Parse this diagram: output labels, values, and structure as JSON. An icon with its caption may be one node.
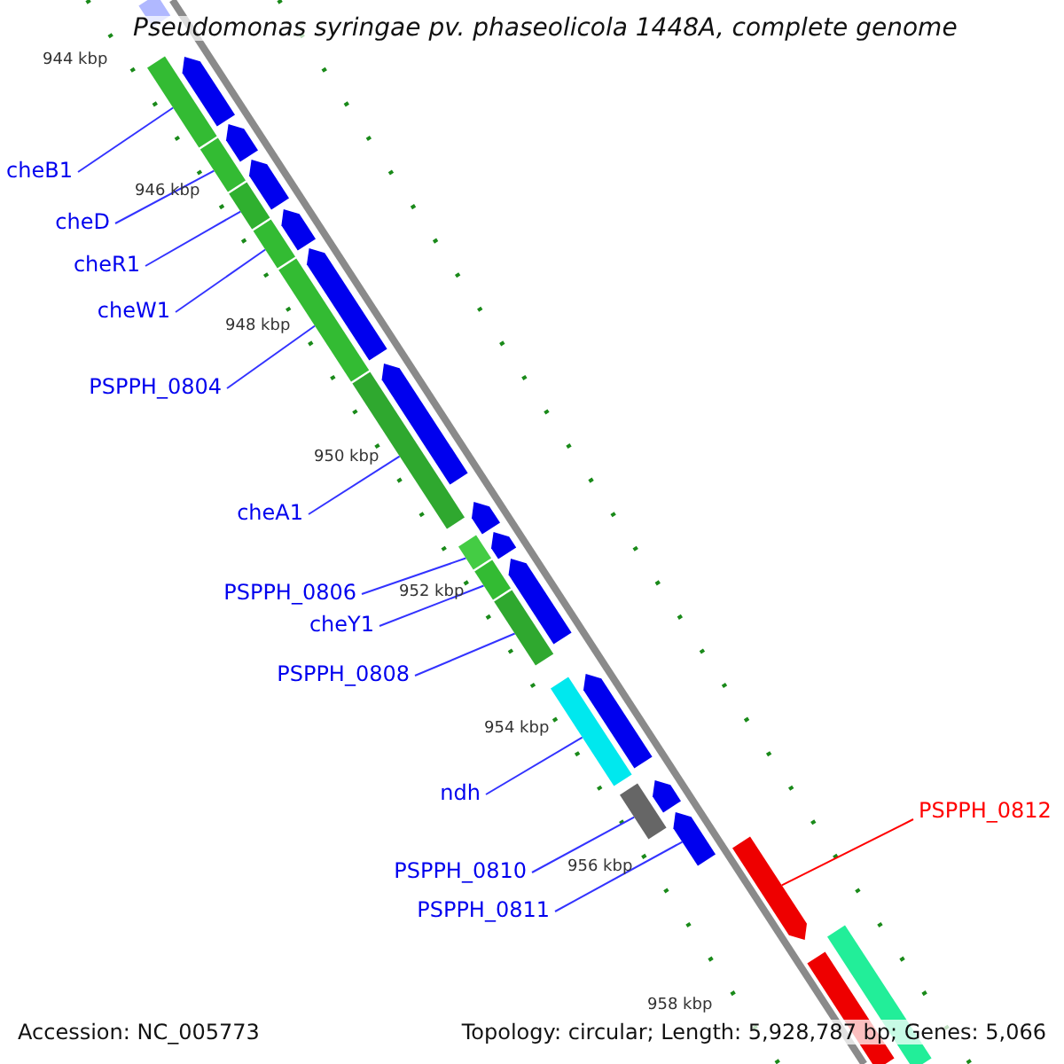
{
  "diagram": {
    "title": "Pseudomonas syringae pv. phaseolicola 1448A, complete genome",
    "nodes": [
      {
        "text": [
          "cheB1"
        ]
      },
      {
        "text": [
          "cheD"
        ]
      },
      {
        "text": [
          "cheR1"
        ]
      },
      {
        "text": [
          "cheW1"
        ]
      },
      {
        "text": [
          "PSPPH_0804"
        ]
      },
      {
        "text": [
          "cheA1"
        ]
      },
      {
        "text": [
          "PSPPH_0806"
        ]
      },
      {
        "text": [
          "cheY1"
        ]
      },
      {
        "text": [
          "PSPPH_0808"
        ]
      },
      {
        "text": [
          "ndh"
        ]
      },
      {
        "text": [
          "PSPPH_0810"
        ]
      },
      {
        "text": [
          "PSPPH_0811"
        ]
      },
      {
        "text": [
          "PSPPH_0812"
        ]
      },
      {
        "text": [],
        "shape": "bar"
      },
      {
        "text": [],
        "shape": "bar"
      },
      {
        "text": [],
        "shape": "bar"
      },
      {
        "text": [],
        "shape": "bar"
      },
      {
        "text": [],
        "shape": "bar"
      },
      {
        "text": [],
        "shape": "bar"
      },
      {
        "text": [],
        "shape": "bar"
      },
      {
        "text": [],
        "shape": "bar"
      },
      {
        "text": [],
        "shape": "bar"
      },
      {
        "text": [],
        "shape": "bar"
      },
      {
        "text": [],
        "shape": "bar"
      },
      {
        "text": [],
        "shape": "bar"
      },
      {
        "text": [],
        "shape": "bar"
      },
      {
        "text": [],
        "shape": "bar"
      },
      {
        "text": [],
        "shape": "bar"
      },
      {
        "text": [],
        "shape": "bar"
      },
      {
        "text": [],
        "shape": "bar"
      },
      {
        "text": [],
        "shape": "bar"
      },
      {
        "text": [],
        "shape": "bar"
      },
      {
        "text": [],
        "shape": "bar"
      },
      {
        "text": [],
        "shape": "bar"
      },
      {
        "text": [],
        "shape": "bar"
      },
      {
        "text": [],
        "shape": "bar"
      },
      {
        "text": [],
        "shape": "bar"
      },
      {
        "text": [],
        "shape": "bar"
      },
      {
        "text": [],
        "shape": "bar"
      },
      {
        "text": [],
        "shape": "bar"
      }
    ],
    "edges": [
      {
        "from": 0,
        "to": 13,
        "arrow": "none"
      },
      {
        "from": 1,
        "to": 14,
        "arrow": "none"
      },
      {
        "from": 2,
        "to": 15,
        "arrow": "none"
      },
      {
        "from": 3,
        "to": 16,
        "arrow": "none"
      },
      {
        "from": 4,
        "to": 17,
        "arrow": "none"
      },
      {
        "from": 5,
        "to": 18,
        "arrow": "none"
      },
      {
        "from": 6,
        "to": 19,
        "arrow": "none"
      },
      {
        "from": 7,
        "to": 20,
        "arrow": "none"
      },
      {
        "from": 8,
        "to": 21,
        "arrow": "none"
      },
      {
        "from": 9,
        "to": 22,
        "arrow": "none"
      },
      {
        "from": 10,
        "to": 23,
        "arrow": "none"
      },
      {
        "from": 11,
        "to": 24,
        "arrow": "none"
      },
      {
        "from": 12,
        "to": 25,
        "arrow": "none",
        "color": "#ff0000"
      }
    ],
    "labels": [
      "944 kbp",
      "946 kbp",
      "948 kbp",
      "950 kbp",
      "952 kbp",
      "954 kbp",
      "956 kbp",
      "958 kbp",
      "Accession: NC_005773",
      "Topology: circular; Length: 5,928,787 bp; Genes: 5,066"
    ]
  }
}
